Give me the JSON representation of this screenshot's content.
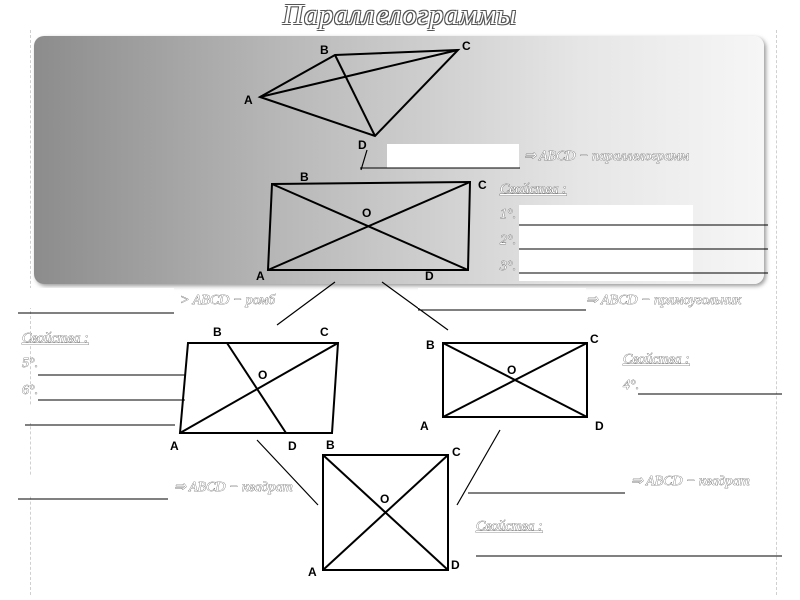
{
  "title": "Параллелограммы",
  "vertices": {
    "a": "A",
    "b": "B",
    "c": "C",
    "d": "D",
    "o": "O"
  },
  "implies": {
    "parallelogram": "⇒ ABCD − параллелограмм",
    "rhombus": "> ABCD − ромб",
    "rectangle": "⇒ ABCD − прямоугольник",
    "square_left": "⇒ ABCD − квадрат",
    "square_right": "⇒ ABCD − квадрат"
  },
  "properties": {
    "heading": "Свойства :",
    "items_parallelogram": [
      "1°.",
      "2°.",
      "3°."
    ],
    "items_rhombus": [
      "5°.",
      "6°."
    ],
    "items_rectangle": [
      "4°."
    ]
  }
}
